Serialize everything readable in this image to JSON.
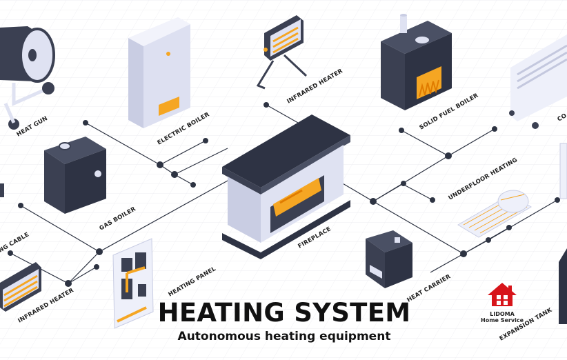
{
  "labels": {
    "heat_gun": "HEAT GUN",
    "electric_boiler": "ELECTRIC BOILER",
    "infrared_heater_top": "INFRARED HEATER",
    "solid_fuel_boiler": "SOLID FUEL BOILER",
    "convector_partial": "CO",
    "gas_boiler": "GAS BOILER",
    "underfloor_heating": "UNDERFLOOR HEATING",
    "heating_cable_partial": "NG CABLE",
    "fireplace": "FIREPLACE",
    "heating_panel": "HEATING PANEL",
    "heat_carrier": "HEAT CARRIER",
    "infrared_heater_bottom": "INFRARED HEATER",
    "expansion_tank": "EXPANSION TANK"
  },
  "title": "HEATING SYSTEM",
  "subtitle": "Autonomous heating equipment",
  "logo": {
    "name": "LIDOMA",
    "tagline": "Home Service"
  },
  "colors": {
    "background": "#ffffff",
    "grid": "#e8e8ee",
    "connector": "#2d3342",
    "device_dark": "#3b4052",
    "device_light": "#dfe2f2",
    "flame": "#f5a623",
    "logo_red": "#d7141a"
  }
}
